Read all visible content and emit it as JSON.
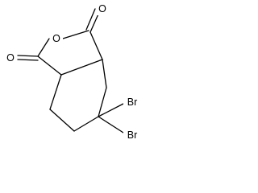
{
  "molecule": {
    "atoms": {
      "ring_oxygen": "O",
      "carbonyl_oxygen_top": "O",
      "carbonyl_oxygen_left": "O",
      "bromine_1": "Br",
      "bromine_2": "Br"
    }
  },
  "colors": {
    "background": "#ffffff",
    "bonds": "#000000",
    "labels": "#000000"
  }
}
